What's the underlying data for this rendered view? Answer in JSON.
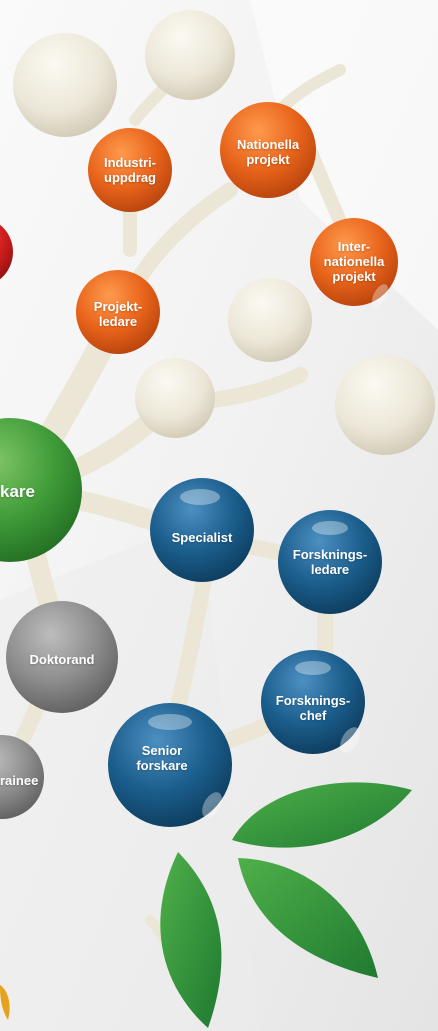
{
  "nodes": {
    "industri": {
      "label": "Industri-\nuppdrag",
      "color": "orange"
    },
    "nationella": {
      "label": "Nationella\nprojekt",
      "color": "orange"
    },
    "internationella": {
      "label": "Inter-\nnationella\nprojekt",
      "color": "orange"
    },
    "projektledare": {
      "label": "Projekt-\nledare",
      "color": "orange"
    },
    "forskare": {
      "label": "kare",
      "color": "green"
    },
    "specialist": {
      "label": "Specialist",
      "color": "blue"
    },
    "forskningsledare": {
      "label": "Forsknings-\nledare",
      "color": "blue"
    },
    "forskningschef": {
      "label": "Forsknings-\nchef",
      "color": "blue"
    },
    "senior_forskare": {
      "label": "Senior\nforskare",
      "color": "blue"
    },
    "doktorand": {
      "label": "Doktorand",
      "color": "gray"
    },
    "trainee": {
      "label": "rainee",
      "color": "gray"
    }
  },
  "colors": {
    "orange": "#e5641a",
    "green": "#3e9a3a",
    "blue": "#1b5e8c",
    "gray": "#8c8c8c",
    "red": "#d41f1f",
    "cream": "#ece7d8",
    "leaf": "#2f8e3c"
  }
}
